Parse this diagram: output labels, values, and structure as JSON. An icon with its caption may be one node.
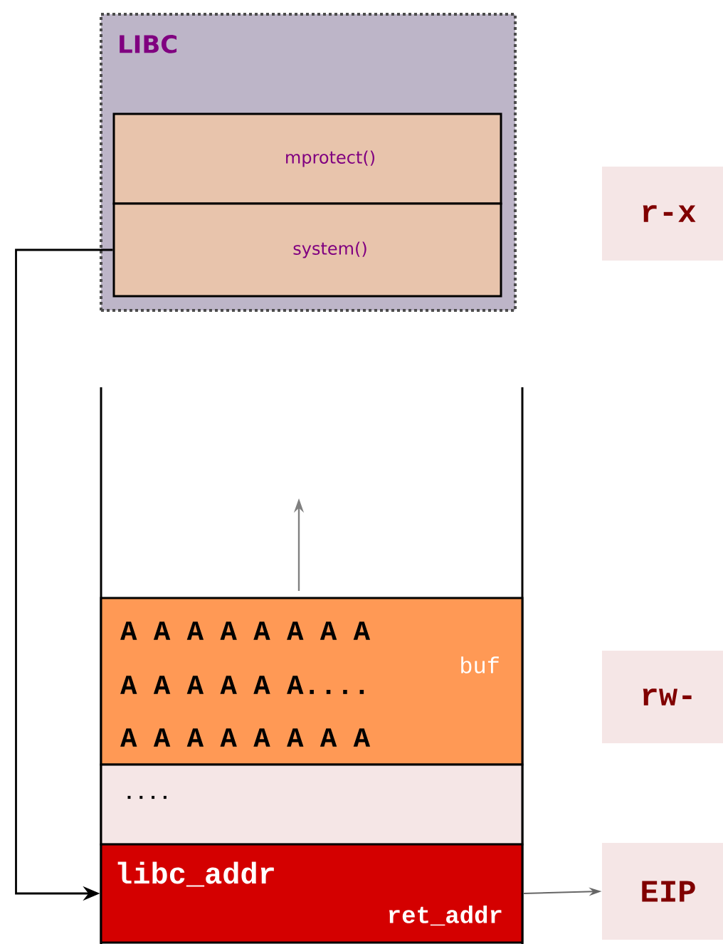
{
  "diagram": {
    "nodes": [
      {
        "text": [
          "LIBC"
        ]
      },
      {
        "text": [
          "mprotect()"
        ],
        "in": 0
      },
      {
        "text": [
          "system()"
        ],
        "in": 0
      },
      {
        "text": [
          "r-x"
        ]
      },
      {
        "text": [
          "A A A A A A A A",
          "A A A A A A....",
          "A A A A A A A A",
          "buf"
        ]
      },
      {
        "text": [
          "rw-"
        ]
      },
      {
        "text": [
          "...."
        ]
      },
      {
        "text": [
          "libc_addr",
          "ret_addr"
        ]
      },
      {
        "text": [
          "EIP"
        ]
      }
    ],
    "edges": [
      {
        "from": 2,
        "to": 7,
        "arrow": "to"
      },
      {
        "from": 7,
        "to": 8,
        "arrow": "to",
        "color": "#666666"
      }
    ]
  }
}
